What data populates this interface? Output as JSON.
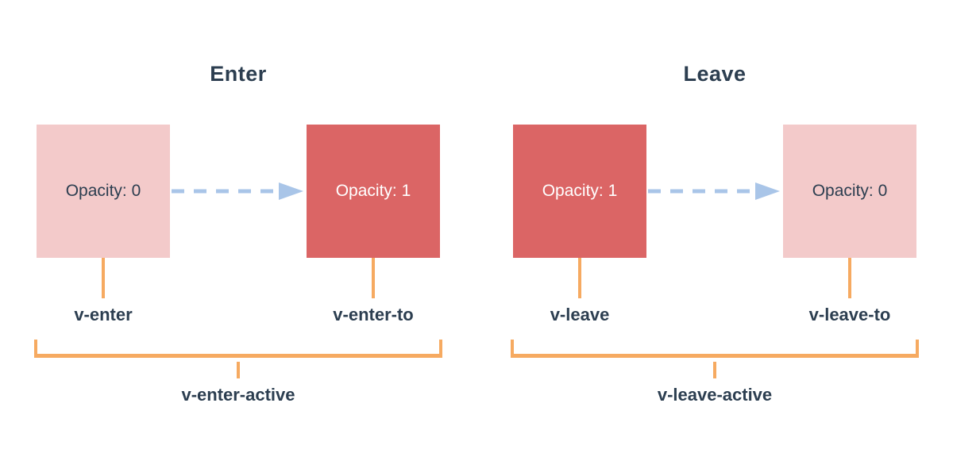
{
  "colors": {
    "navy": "#2c3e50",
    "red": "#db6565",
    "pink": "#f3caca",
    "blue": "#a9c5e8",
    "orange": "#f6aa61",
    "background": "#ffffff",
    "box_text_on_red": "#ffffff"
  },
  "panels": [
    {
      "id": "enter",
      "title": "Enter",
      "from_box": {
        "label": "Opacity: 0",
        "state": "faded"
      },
      "to_box": {
        "label": "Opacity: 1",
        "state": "solid"
      },
      "from_label": "v-enter",
      "to_label": "v-enter-to",
      "active_label": "v-enter-active"
    },
    {
      "id": "leave",
      "title": "Leave",
      "from_box": {
        "label": "Opacity: 1",
        "state": "solid"
      },
      "to_box": {
        "label": "Opacity: 0",
        "state": "faded"
      },
      "from_label": "v-leave",
      "to_label": "v-leave-to",
      "active_label": "v-leave-active"
    }
  ]
}
